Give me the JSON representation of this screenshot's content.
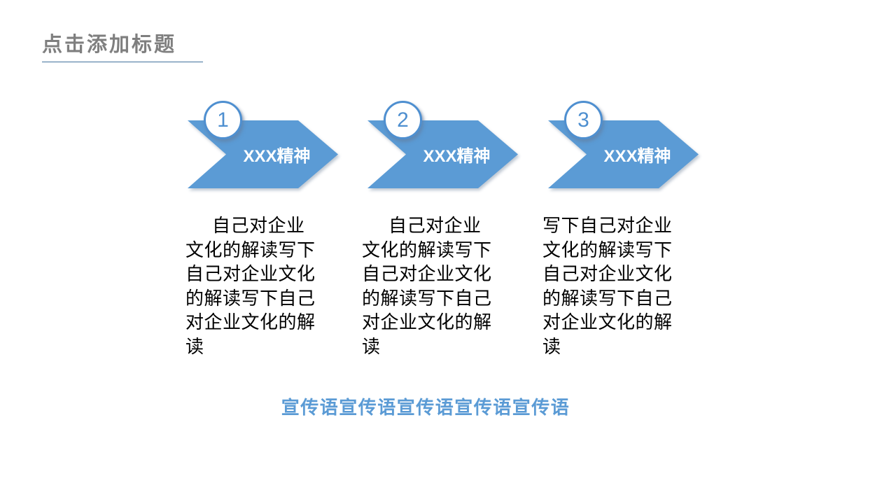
{
  "slide": {
    "title": "点击添加标题",
    "slogan": "宣传语宣传语宣传语宣传语宣传语",
    "colors": {
      "arrow_blue": "#5b9bd5",
      "circle_border_blue": "#4e8fd0",
      "title_gray": "#7f7f7f",
      "underline_blue": "#41719c",
      "slogan_blue": "#5b9bd5",
      "body_text": "#000000",
      "background": "#ffffff"
    },
    "steps": [
      {
        "number": "1",
        "label": "XXX精神",
        "body": "自己对企业文化的解读写下自己对企业文化的解读写下自己对企业文化的解读"
      },
      {
        "number": "2",
        "label": "XXX精神",
        "body": "自己对企业文化的解读写下自己对企业文化的解读写下自己对企业文化的解读"
      },
      {
        "number": "3",
        "label": "XXX精神",
        "body": "写下自己对企业文化的解读写下自己对企业文化的解读写下自己对企业文化的解读"
      }
    ]
  }
}
